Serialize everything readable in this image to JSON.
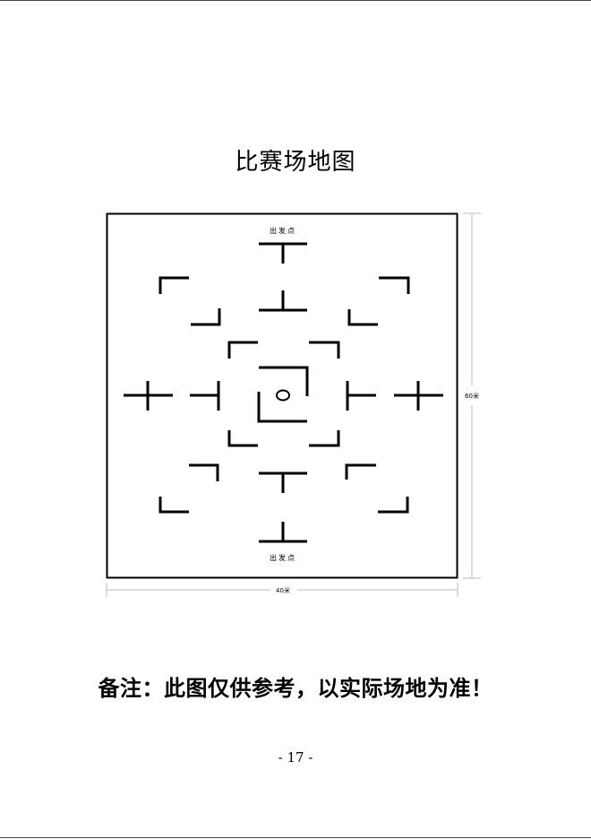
{
  "title": "比赛场地图",
  "map": {
    "start_label_top": "出发点",
    "start_label_bottom": "出发点",
    "height_label": "60米",
    "width_label": "40米"
  },
  "note": "备注：此图仅供参考，以实际场地为准！",
  "page_number": "- 17 -"
}
